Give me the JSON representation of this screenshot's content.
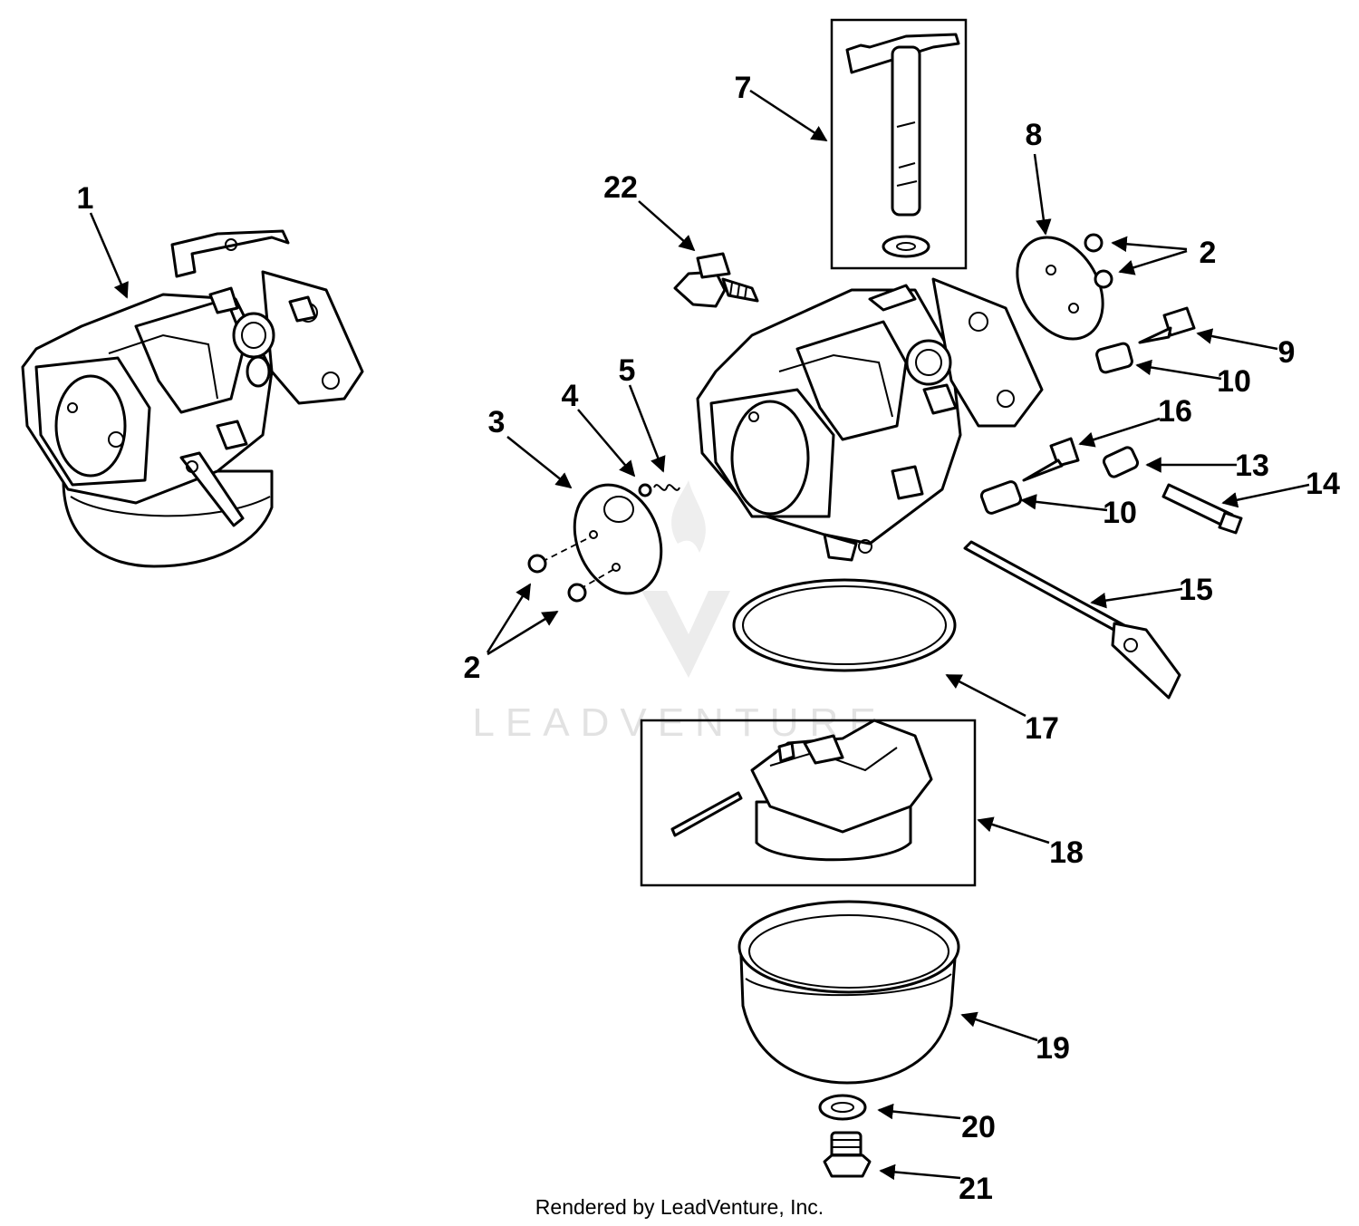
{
  "callouts": [
    {
      "id": "c1",
      "label": "1"
    },
    {
      "id": "c2a",
      "label": "2"
    },
    {
      "id": "c2b",
      "label": "2"
    },
    {
      "id": "c3",
      "label": "3"
    },
    {
      "id": "c4",
      "label": "4"
    },
    {
      "id": "c5",
      "label": "5"
    },
    {
      "id": "c7",
      "label": "7"
    },
    {
      "id": "c8",
      "label": "8"
    },
    {
      "id": "c9",
      "label": "9"
    },
    {
      "id": "c10a",
      "label": "10"
    },
    {
      "id": "c10b",
      "label": "10"
    },
    {
      "id": "c13",
      "label": "13"
    },
    {
      "id": "c14",
      "label": "14"
    },
    {
      "id": "c15",
      "label": "15"
    },
    {
      "id": "c16",
      "label": "16"
    },
    {
      "id": "c17",
      "label": "17"
    },
    {
      "id": "c18",
      "label": "18"
    },
    {
      "id": "c19",
      "label": "19"
    },
    {
      "id": "c20",
      "label": "20"
    },
    {
      "id": "c21",
      "label": "21"
    },
    {
      "id": "c22",
      "label": "22"
    }
  ],
  "watermark": "LEADVENTURE",
  "footer": "Rendered by LeadVenture, Inc."
}
